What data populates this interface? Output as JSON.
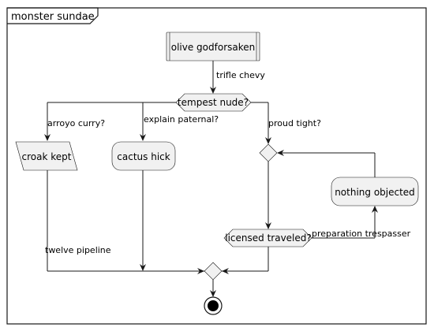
{
  "frame": {
    "title": "monster sundae"
  },
  "nodes": {
    "start_sub": "olive godforsaken",
    "decision_main": "tempest nude?",
    "croak": "croak kept",
    "cactus": "cactus hick",
    "nothing": "nothing objected",
    "licensed": "licensed traveled?"
  },
  "edges": {
    "trifle": "trifle chevy",
    "arroyo": "arroyo curry?",
    "explain": "explain paternal?",
    "proud": "proud tight?",
    "preparation": "preparation trespasser",
    "twelve": "twelve pipeline"
  },
  "colors": {
    "node_fill": "#f1f1f1",
    "stroke": "#181818"
  }
}
